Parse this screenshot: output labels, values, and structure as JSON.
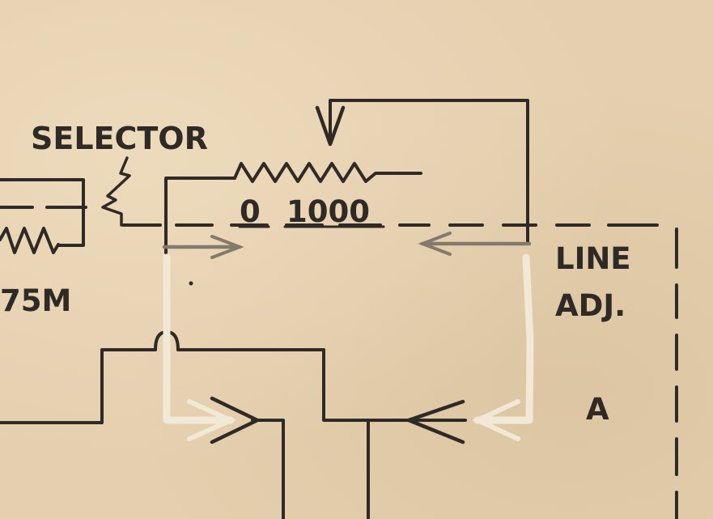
{
  "diagram": {
    "selector_label": "SELECTOR",
    "scale_low": "0",
    "scale_high": "1000",
    "resistor_left_label": "75M",
    "line_label": "LINE",
    "adj_label": "ADJ.",
    "terminal_label": "A"
  },
  "colors": {
    "paper": "#e4cfae",
    "ink": "#2f2a25",
    "overlay_line": "#837a6c",
    "overlay_highlight": "#f2e8d6"
  }
}
